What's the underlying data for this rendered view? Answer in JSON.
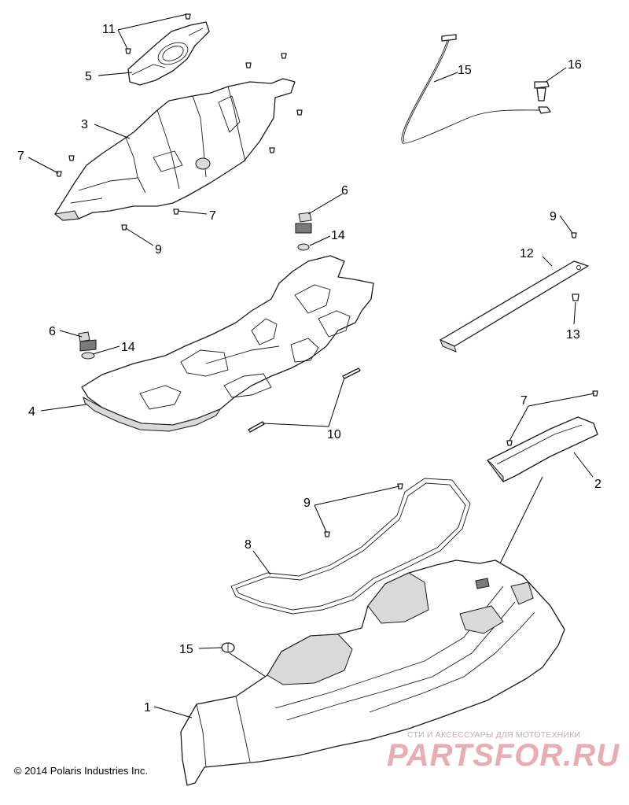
{
  "callouts": {
    "c11": "11",
    "c5": "5",
    "c3": "3",
    "c7a": "7",
    "c7b": "7",
    "c9a": "9",
    "c6a": "6",
    "c14a": "14",
    "c6b": "6",
    "c14b": "14",
    "c4": "4",
    "c10": "10",
    "c15a": "15",
    "c16": "16",
    "c9b": "9",
    "c12": "12",
    "c13": "13",
    "c7c": "7",
    "c2": "2",
    "c9c": "9",
    "c8": "8",
    "c15b": "15",
    "c1": "1"
  },
  "copyright": "© 2014 Polaris Industries Inc.",
  "watermark": {
    "tagline": "СТИ И АКСЕССУАРЫ ДЛЯ МОТОТЕХНИКИ",
    "brand": "PARTSFOR.RU",
    "color": "#d66a70"
  }
}
